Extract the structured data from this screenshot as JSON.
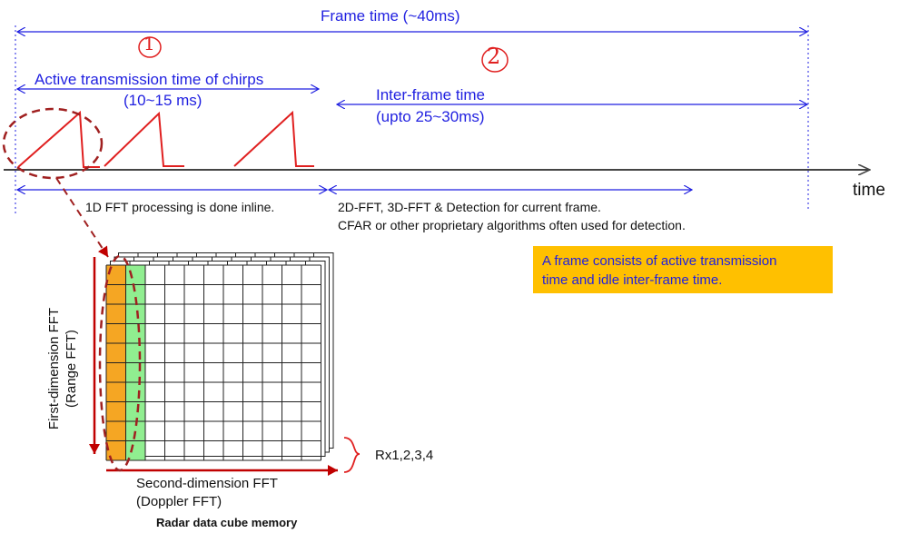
{
  "colors": {
    "timing_blue": "#1f1fe0",
    "chirp_red": "#e02020",
    "dark_red": "#c00000",
    "orange_column": "#f5a623",
    "green_column": "#90ee90",
    "note_box": "#ffc000"
  },
  "timing": {
    "frame_time": "Frame time (~40ms)",
    "active_time_line1": "Active transmission time of chirps",
    "active_time_line2": "(10~15 ms)",
    "inter_frame_line1": "Inter-frame time",
    "inter_frame_line2": "(upto 25~30ms)",
    "axis_label": "time",
    "marker_1": "1",
    "marker_2": "2"
  },
  "processing": {
    "inline_fft": "1D FFT processing is done inline.",
    "post_processing_line1": "2D-FFT, 3D-FFT & Detection for current frame.",
    "post_processing_line2": "CFAR or other proprietary algorithms often used for detection."
  },
  "note": {
    "line1": "A frame consists of active transmission",
    "line2": "time and idle inter-frame time."
  },
  "cube": {
    "rows": 10,
    "cols": 11,
    "layers": 4,
    "first_dim_line1": "First-dimension FFT",
    "first_dim_line2": "(Range FFT)",
    "second_dim_line1": "Second-dimension FFT",
    "second_dim_line2": "(Doppler FFT)",
    "rx_label": "Rx1,2,3,4",
    "caption": "Radar data cube memory"
  }
}
